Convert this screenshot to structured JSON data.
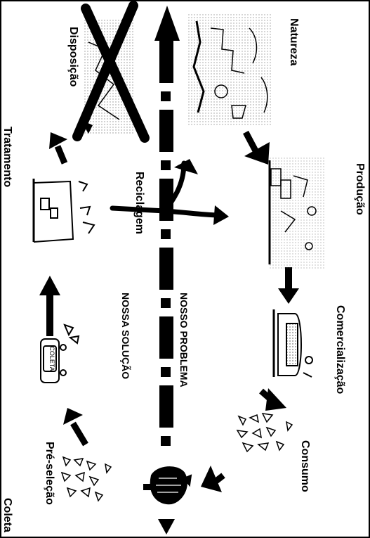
{
  "labels": {
    "natureza": "Natureza",
    "producao": "Produção",
    "comercializacao": "Comercialização",
    "consumo": "Consumo",
    "pre_selecao": "Pré-seleção",
    "coleta": "Coleta",
    "tratamento": "Tratamento",
    "disposicao": "Disposição",
    "reciclagem": "Reciclagem",
    "nosso_problema": "NOSSO PROBLEMA",
    "nossa_solucao": "NOSSA SOLUÇÃO"
  },
  "icons": {
    "natureza": "landscape-sketch-icon",
    "producao": "factory-sketch-icon",
    "comercializacao": "shop-counter-icon",
    "consumo": "consumer-goods-icon",
    "pre_selecao": "sorted-waste-icon",
    "lixo": "garbage-bag-icon",
    "coleta": "collection-truck-icon",
    "tratamento": "treatment-plant-icon",
    "disposicao": "landfill-icon"
  },
  "truck_text": "COLETA"
}
